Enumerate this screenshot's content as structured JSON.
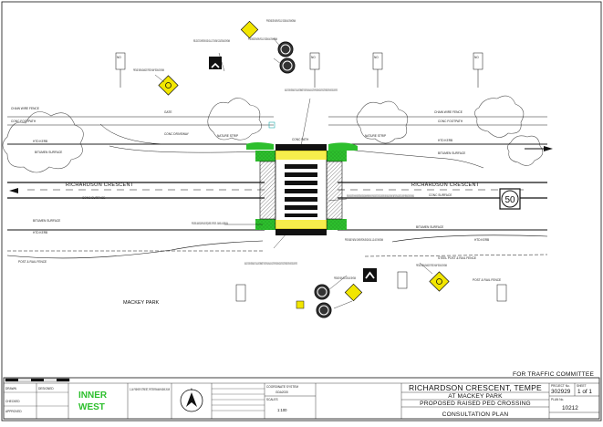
{
  "labels": {
    "street_north": "RICHARDSON CRESCENT",
    "street_south": "RICHARDSON CRESCENT",
    "park": "MACKEY PARK",
    "speed_limit": "50",
    "for_committee": "FOR TRAFFIC COMMITTEE",
    "bitumen_surface": "BITUMEN SURFACE",
    "conc_footpath": "CONC FOOTPATH",
    "htd_kerb": "HTD KERB",
    "conc_surface": "CONC SURFACE",
    "conc_driveway": "CONC DRIVEWAY",
    "nature_strip": "NATURE STRIP",
    "conc_path": "CONC PATH",
    "gate": "GATE",
    "chain_wire_fence": "CHAIN WIRE FENCE",
    "post_rail_fence": "POST & RAIL FENCE",
    "steel_post_fence": "STEEL POST & RAIL FENCE"
  },
  "notes": {
    "relocate_chevron": "RELOCATE CHEVRON SIGN D4-1-3 TO NEW LOCATION AS SHOWN",
    "provide_r3_1": "PROVIDE NEW R3-1 SIGN AS SHOWN",
    "provide_r3_1_b": "PROVIDE NEW R3-1 SIGN AS SHOWN",
    "advance_speed_hump": "PROVIDE NEW ADVANCE SPEED HUMP SIGN AS SHOWN",
    "saw_cut_north": "SAW-CUT EXISTING KERB BUILDER TO ALLOW STORMWATER TO PASS THROUGH ALONG GUTTER PROVIDE NEW CONCRETE GUTTER BRIDGE FOR NEW CROSS-OVER POINT",
    "raised_crossing": "PROVIDE NEW CONCRETE 75MM HIGH RAISED PEDESTRIAN CROSSING (3250MM WITH BROWN FINISH). THE RAISED FLAT SECTION TO BE COLOURED WITH OXIDE CHARCOAL GREY ASPHALT. RAMPS TO BE PLAIN CONCRETE COLOUR WITH THERMOPLASTIC PAVED HOT MARKING.",
    "landscaping": "PROVIDE LANDSCAPING AS REQUIRED. SPECIES - DIANELLA CAERULEA",
    "chevron_d4": "PROVIDE NEW CHEVRON SIGN D4-1-3 AS SHOWN",
    "saw_cut_south": "SAW-CUT EXISTING KERB BUILDER TO ALLOW STORMWATER TO PASS THROUGH ALONG GUTTER PROVIDE NEW CONCRETE GUTTER BRIDGE FOR NEW CROSS-OVER POINT",
    "advance_speed_hump_b": "PROVIDE NEW ADVANCE SPEED HUMP SIGN AS SHOWN",
    "no_stopping": "NO STOPPING"
  },
  "titleblock": {
    "logo_line1": "INNER",
    "logo_line2": "WEST",
    "council_addr": "2-14 FISHER STREET, PETERSHAM NSW 2049",
    "coordinate_system": "COORDINATE SYSTEM",
    "coord_value": "GDA2020",
    "scales": "SCALES",
    "scale_value": "1:100",
    "title1": "RICHARDSON CRESCENT, TEMPE",
    "title2": "AT MACKEY PARK",
    "title3": "PROPOSED RAISED PED CROSSING",
    "title4": "CONSULTATION PLAN",
    "project_no_label": "PROJECT No.",
    "project_no": "302929",
    "sheet_label": "SHEET",
    "sheet": "1 of 1",
    "plan_no_label": "PLAN No.",
    "plan_no": "10212",
    "drawn": "DRAWN",
    "designed": "DESIGNED",
    "checked": "CHECKED",
    "approved": "APPROVED",
    "north_arrow": "N"
  },
  "colors": {
    "green": "#2dbf2d",
    "sign_yellow": "#f2e600",
    "line": "#111111",
    "hatch": "#333333"
  }
}
